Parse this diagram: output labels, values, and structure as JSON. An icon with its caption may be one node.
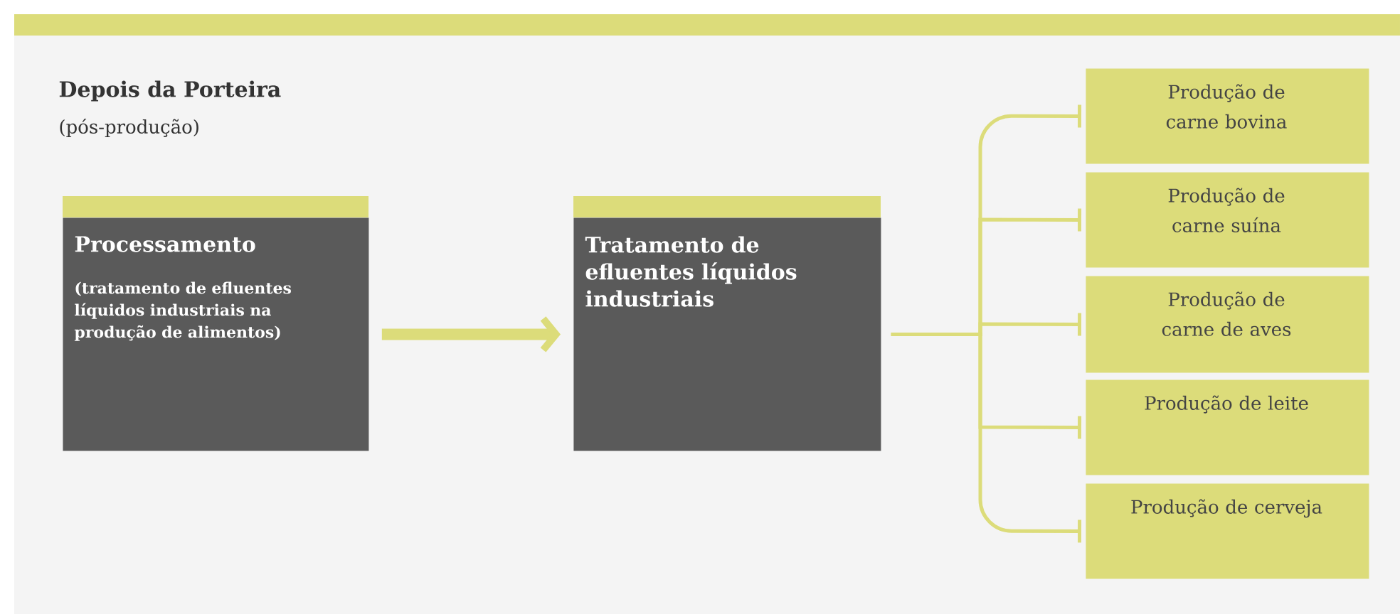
{
  "diagram": {
    "title": "Depois da Porteira",
    "nodes": [
      {
        "text": [
          "Processamento",
          "(tratamento de efluentes líquidos industriais na produção de alimentos)"
        ]
      },
      {
        "text": [
          "Tratamento de efluentes líquidos industriais"
        ]
      },
      {
        "text": [
          "Produção de carne bovina"
        ]
      },
      {
        "text": [
          "Produção de carne suína"
        ]
      },
      {
        "text": [
          "Produção de carne de aves"
        ]
      },
      {
        "text": [
          "Produção de leite"
        ]
      },
      {
        "text": [
          "Produção de cerveja"
        ]
      }
    ],
    "edges": [
      {
        "from": 0,
        "to": 1,
        "arrow": "to",
        "style": "thick"
      },
      {
        "from": 1,
        "to": 2,
        "arrow": "other"
      },
      {
        "from": 1,
        "to": 3,
        "arrow": "other"
      },
      {
        "from": 1,
        "to": 4,
        "arrow": "other"
      },
      {
        "from": 1,
        "to": 5,
        "arrow": "other"
      },
      {
        "from": 1,
        "to": 6,
        "arrow": "other"
      }
    ],
    "labels": [
      "(pós-produção)"
    ]
  }
}
